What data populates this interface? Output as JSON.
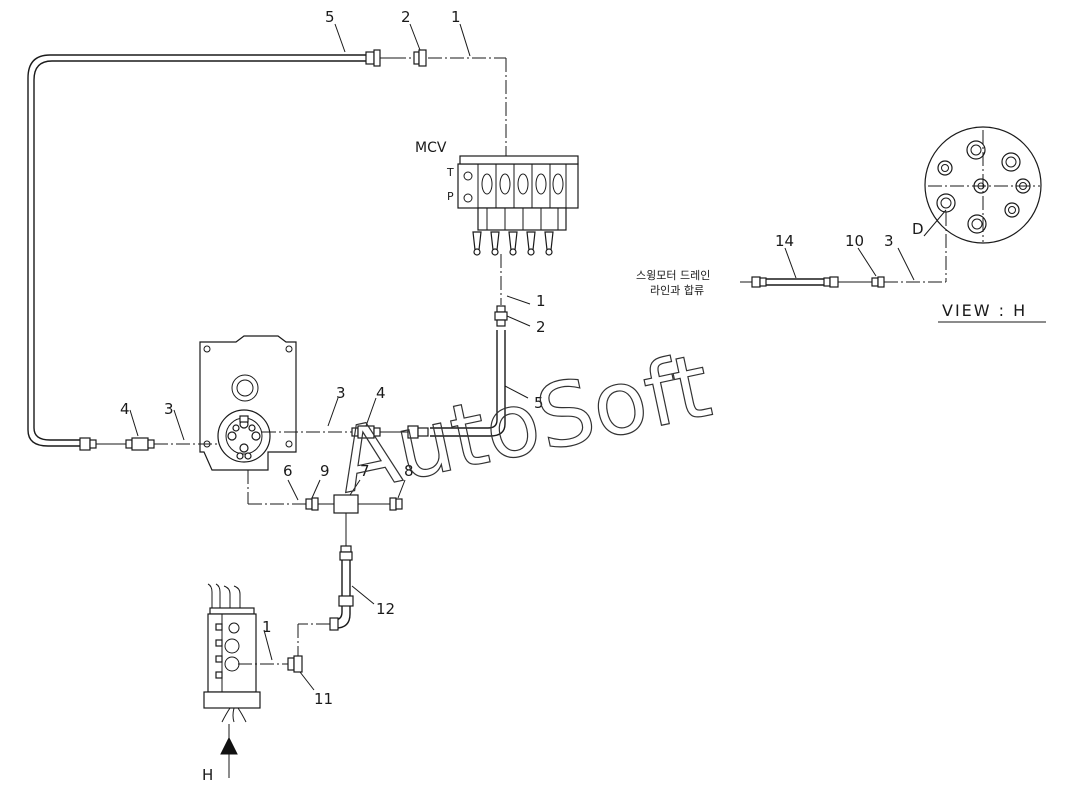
{
  "labels": {
    "mcv": "MCV",
    "port_t": "T",
    "port_p": "P",
    "view": "VIEW : H",
    "d": "D",
    "h": "H",
    "korean_line1": "스윙모터 드레인",
    "korean_line2": "라인과 합류",
    "watermark": "AutoSoft"
  },
  "callouts": {
    "top_5": "5",
    "top_2": "2",
    "top_1": "1",
    "mcv_1": "1",
    "mcv_2": "2",
    "hose_5": "5",
    "left_4": "4",
    "left_3": "3",
    "mid_3": "3",
    "mid_4": "4",
    "tee_6": "6",
    "tee_9": "9",
    "tee_7": "7",
    "tee_8": "8",
    "h12": "12",
    "v1": "1",
    "v11": "11",
    "r14": "14",
    "r10": "10",
    "r3": "3"
  }
}
